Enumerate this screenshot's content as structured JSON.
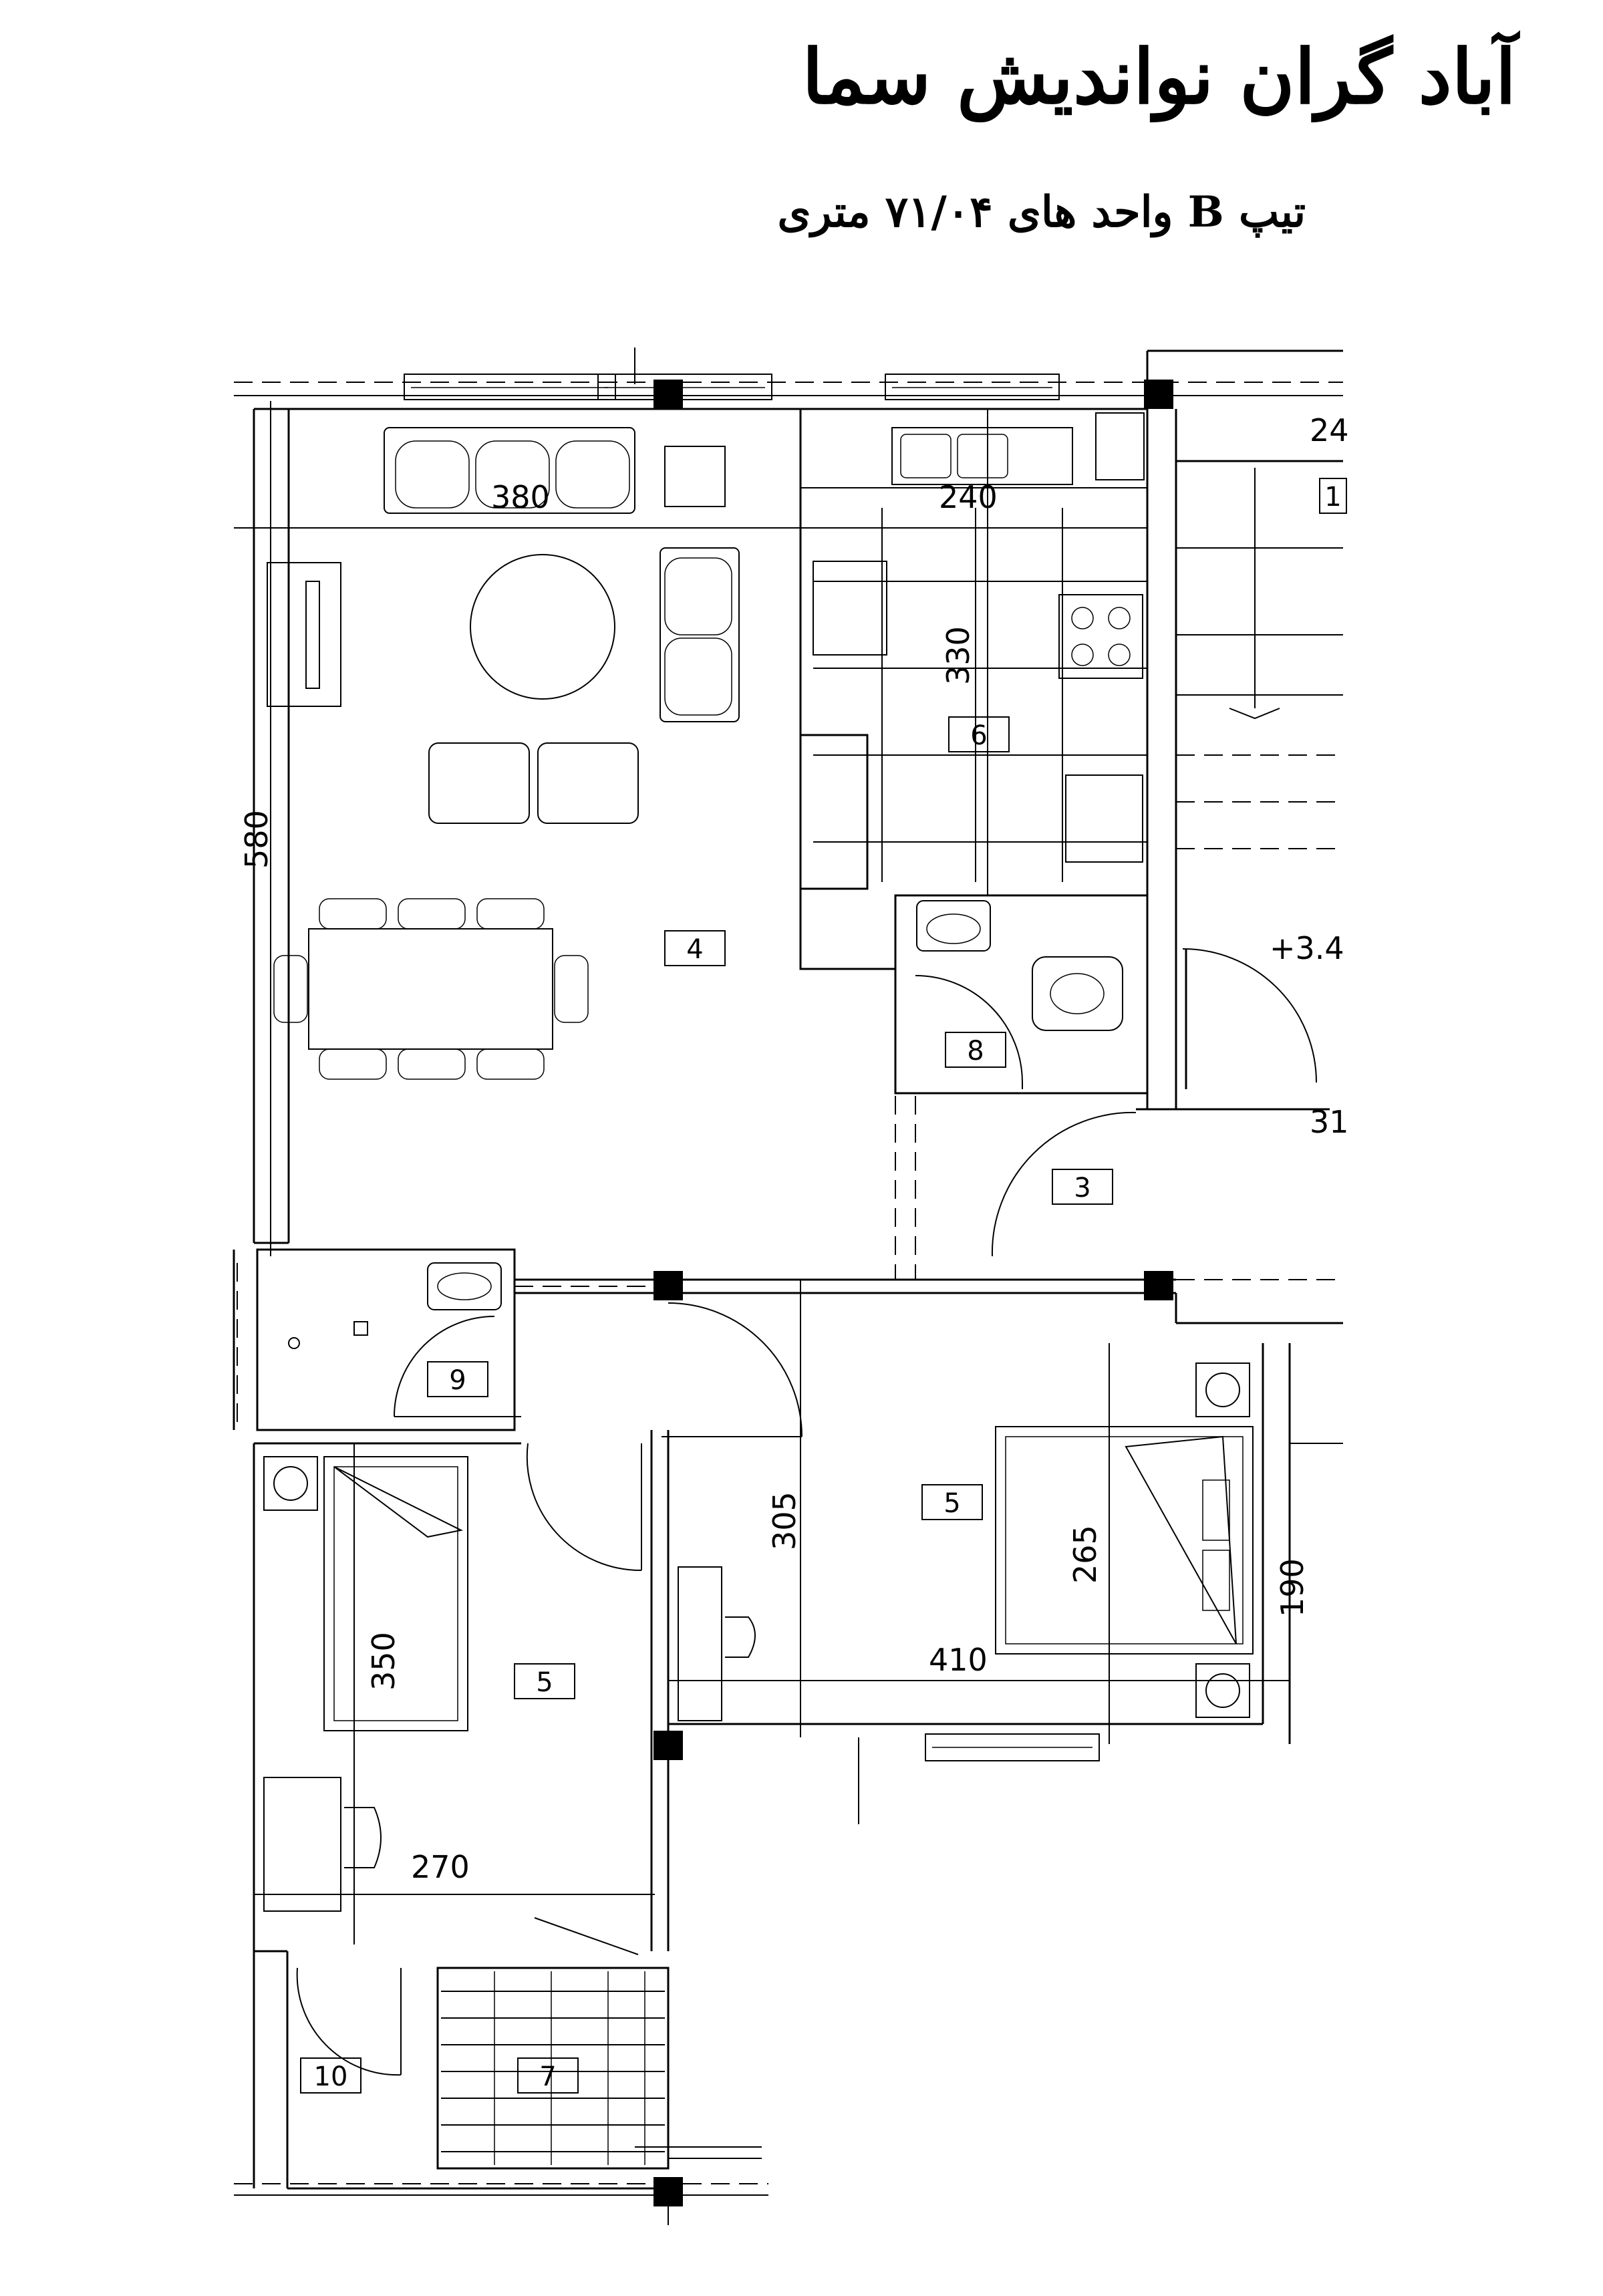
{
  "title": "آباد گران نوانديش سما",
  "subtitle": "تيپ B واحد های ۷۱/۰۴ متری",
  "room_tags": {
    "living": "4",
    "kitchen": "6",
    "wc": "8",
    "hall": "3",
    "stair_side": "1",
    "bath": "9",
    "bedroom_left": "5",
    "bedroom_right": "5",
    "closet": "10",
    "stair": "7"
  },
  "dimensions": {
    "sofa_width": "380",
    "kitchen_width": "240",
    "kitchen_depth": "330",
    "living_depth": "580",
    "bedroom_right_depth": "305",
    "bed_right": "265",
    "bedroom_right_width": "410",
    "bed_left": "350",
    "bedroom_left_width": "270",
    "right_edge_190": "190",
    "level": "+3.4",
    "partial_24": "24",
    "partial_31": "31"
  }
}
